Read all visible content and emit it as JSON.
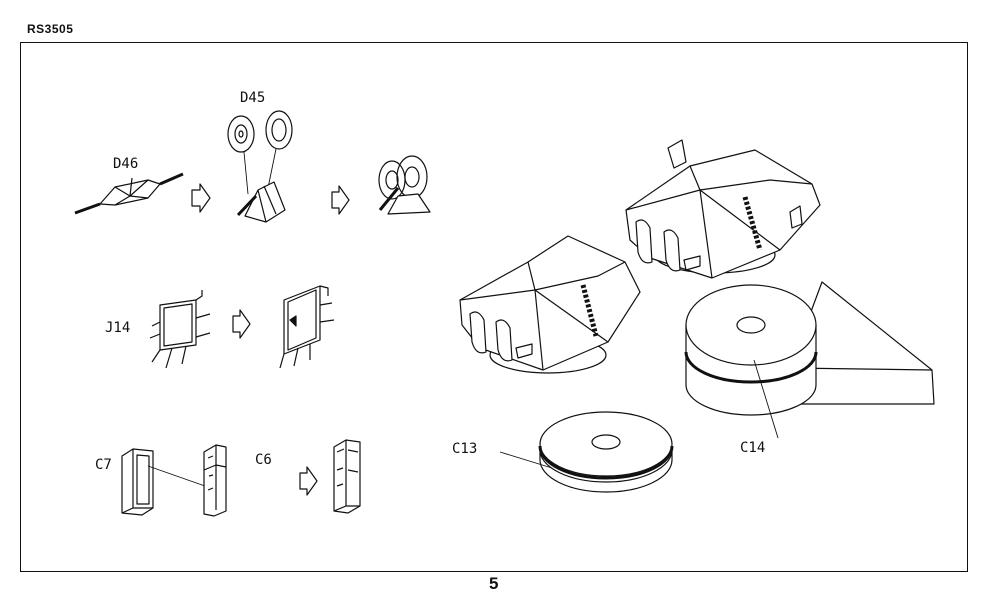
{
  "document": {
    "code": "RS3505",
    "page_number": "5"
  },
  "parts": {
    "d45": "D45",
    "d46": "D46",
    "j14": "J14",
    "c7": "C7",
    "c6": "C6",
    "c13": "C13",
    "c14": "C14"
  }
}
